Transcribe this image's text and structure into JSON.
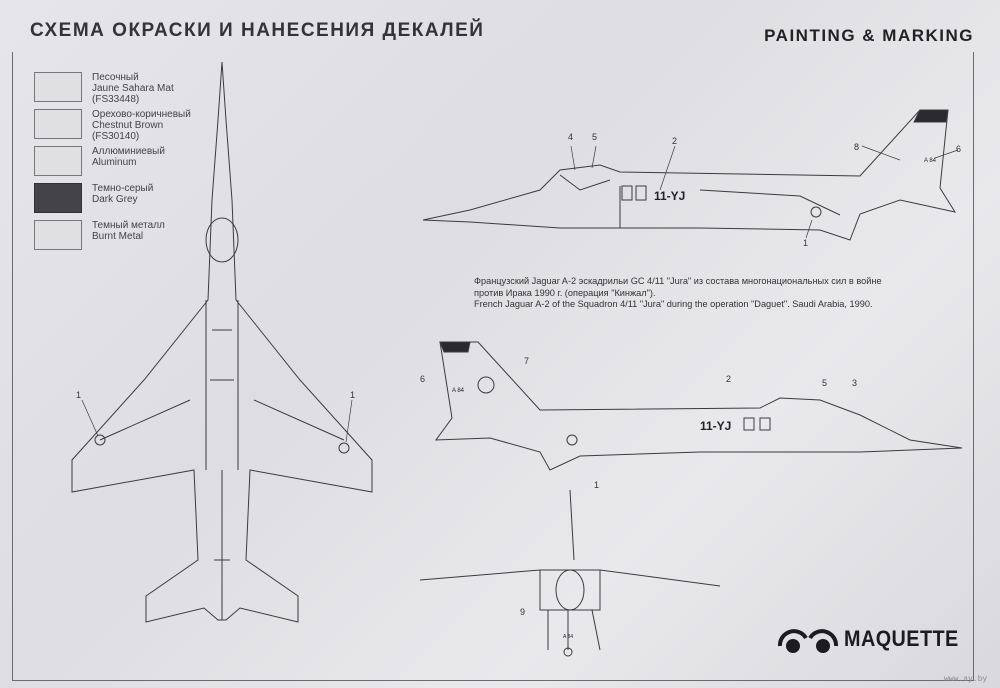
{
  "header": {
    "title_ru": "СХЕМА ОКРАСКИ И НАНЕСЕНИЯ ДЕКАЛЕЙ",
    "title_en": "PAINTING & MARKING"
  },
  "legend": [
    {
      "lines": [
        "Песочный",
        "Jaune Sahara Mat",
        "(FS33448)"
      ],
      "color": "#e2e1e2"
    },
    {
      "lines": [
        "Орехово-коричневый",
        "Chestnut Brown",
        "(FS30140)"
      ],
      "color": "#dcdcdf"
    },
    {
      "lines": [
        "Аллюминиевый",
        "Aluminum"
      ],
      "color": "#e0e0e3"
    },
    {
      "lines": [
        "Темно-серый",
        "Dark Grey"
      ],
      "color": "#444448"
    },
    {
      "lines": [
        "Темный металл",
        "Burnt Metal"
      ],
      "color": "#e0e0e3"
    }
  ],
  "caption": {
    "ru_line1": "Французский Jaguar A-2 эскадрильи GC 4/11 \"Jura\" из состава многонациональных сил в войне",
    "ru_line2": "против Ирака 1990 г. (операция \"Кинжал\").",
    "en": "French Jaguar A-2 of the Squadron 4/11 \"Jura\" during the operation \"Daguet\". Saudi Arabia, 1990."
  },
  "markings": {
    "code": "11-YJ",
    "tail": "A 84"
  },
  "callouts": {
    "top": [
      "1",
      "1"
    ],
    "side_left": [
      "4",
      "5",
      "2",
      "8",
      "6",
      "1"
    ],
    "side_right": [
      "7",
      "6",
      "2",
      "5",
      "3",
      "1"
    ],
    "front": [
      "9"
    ]
  },
  "brand": {
    "name": "MAQUETTE"
  },
  "watermark": "www.ay.by"
}
